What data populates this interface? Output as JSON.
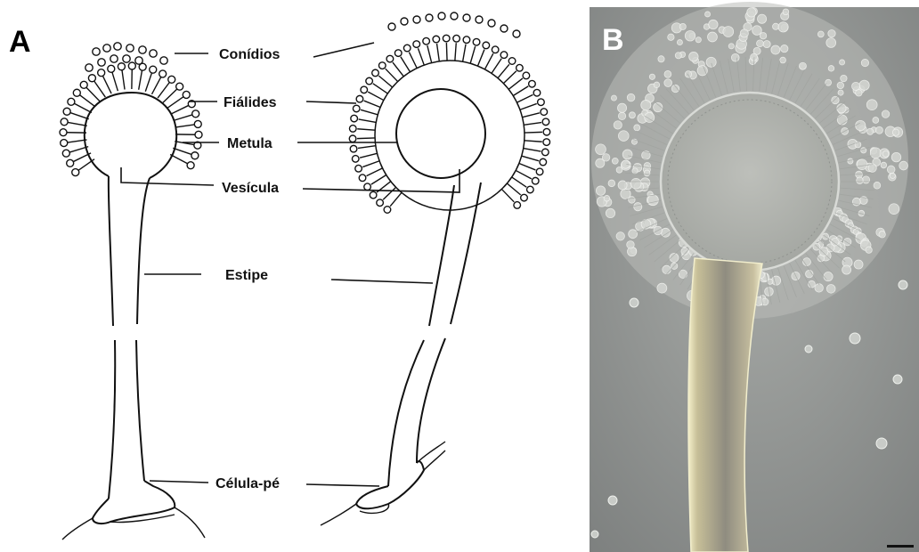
{
  "panels": {
    "a_letter": "A",
    "b_letter": "B"
  },
  "labels": {
    "conidios": "Conídios",
    "fialides": "Fiálides",
    "metula": "Metula",
    "vesicula": "Vesícula",
    "estipe": "Estipe",
    "celula_pe": "Célula-pé"
  },
  "colors": {
    "ink": "#111111",
    "photo_background": "#8a8d8c",
    "photo_vesicle": "#b4b7b2",
    "photo_stipe": "#9b9684"
  }
}
